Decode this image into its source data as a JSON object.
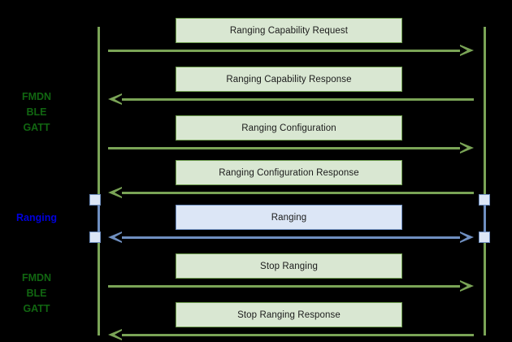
{
  "diagram": {
    "type": "sequence-diagram",
    "background_color": "#000000",
    "colors": {
      "green_line": "#7aa456",
      "green_box_fill": "#d9e7d2",
      "green_box_border": "#6f9e4f",
      "blue_line": "#6f8fc0",
      "blue_box_fill": "#dce6f6",
      "blue_box_border": "#6f8fc0",
      "green_label_text": "#116611",
      "blue_label_text": "#0000dd"
    }
  },
  "side_labels": [
    {
      "id": "phase-fmdn-top",
      "text": "FMDN\nBLE\nGATT",
      "lines": [
        "FMDN",
        "BLE",
        "GATT"
      ],
      "color": "green"
    },
    {
      "id": "phase-ranging",
      "text": "Ranging",
      "lines": [
        "Ranging"
      ],
      "color": "blue"
    },
    {
      "id": "phase-fmdn-bottom",
      "text": "FMDN\nBLE\nGATT",
      "lines": [
        "FMDN",
        "BLE",
        "GATT"
      ],
      "color": "green"
    }
  ],
  "messages": [
    {
      "index": 0,
      "label": "Ranging Capability Request",
      "direction": "right",
      "style": "green"
    },
    {
      "index": 1,
      "label": "Ranging Capability Response",
      "direction": "left",
      "style": "green"
    },
    {
      "index": 2,
      "label": "Ranging Configuration",
      "direction": "right",
      "style": "green"
    },
    {
      "index": 3,
      "label": "Ranging Configuration Response",
      "direction": "left",
      "style": "green"
    },
    {
      "index": 4,
      "label": "Ranging",
      "direction": "both",
      "style": "blue"
    },
    {
      "index": 5,
      "label": "Stop Ranging",
      "direction": "right",
      "style": "green"
    },
    {
      "index": 6,
      "label": "Stop Ranging Response",
      "direction": "left",
      "style": "green"
    }
  ]
}
